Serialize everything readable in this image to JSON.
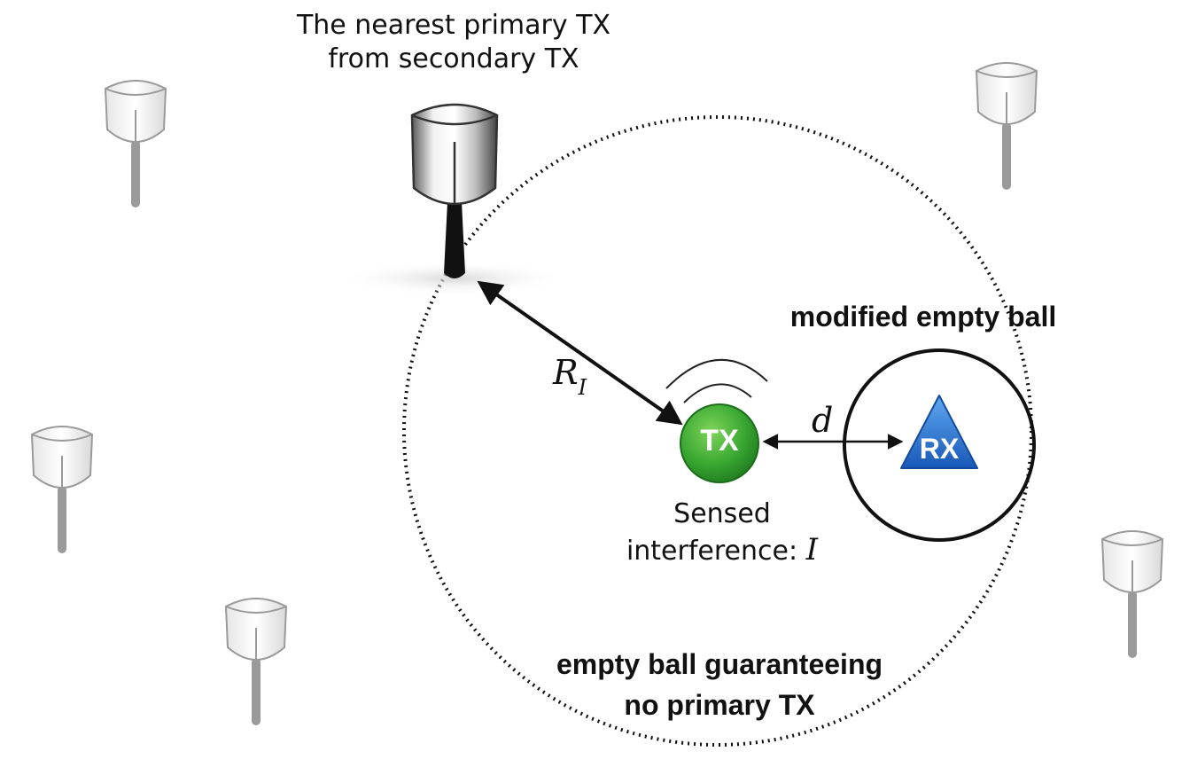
{
  "labels": {
    "nearest_primary_line1": "The nearest primary TX",
    "nearest_primary_line2": "from secondary TX",
    "modified_ball": "modified empty ball",
    "empty_ball_line1": "empty ball guaranteeing",
    "empty_ball_line2": "no primary TX",
    "sensed_line1": "Sensed",
    "sensed_line2": "interference:",
    "interference_symbol": "I",
    "distance_symbol": "d",
    "radius_symbol": "R",
    "radius_subscript": "I",
    "tx_node": "TX",
    "rx_node": "RX"
  },
  "icons": {
    "primary_tx": "antenna-tower-icon",
    "secondary_tx": "green-circle-node-icon",
    "secondary_rx": "blue-triangle-node-icon",
    "signal": "signal-waves-icon"
  },
  "colors": {
    "tx_green": "#2e9b2e",
    "rx_blue": "#1f6fd1",
    "faded_tower": "#c8c8c8",
    "highlight_tower": "#111111"
  }
}
